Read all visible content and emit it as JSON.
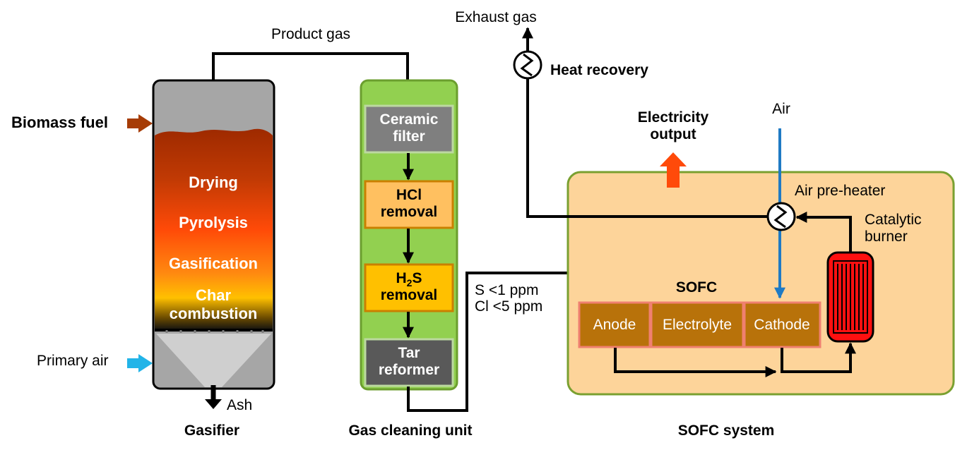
{
  "labels": {
    "product_gas": "Product gas",
    "exhaust_gas": "Exhaust gas",
    "heat_recovery": "Heat recovery",
    "electricity_line1": "Electricity",
    "electricity_line2": "output",
    "air": "Air",
    "air_preheater": "Air pre-heater",
    "catalytic_line1": "Catalytic",
    "catalytic_line2": "burner",
    "biomass_fuel": "Biomass fuel",
    "primary_air": "Primary air",
    "ash": "Ash",
    "s_spec": "S <1 ppm",
    "cl_spec": "Cl <5 ppm",
    "sofc": "SOFC"
  },
  "gasifier": {
    "title": "Gasifier",
    "zones": [
      "Drying",
      "Pyrolysis",
      "Gasification",
      "Char",
      "combustion"
    ]
  },
  "cleaning": {
    "title": "Gas cleaning unit",
    "units": [
      {
        "line1": "Ceramic",
        "line2": "filter",
        "color": "#7f7f7f"
      },
      {
        "line1": "HCl",
        "line2": "removal",
        "color": "#ffc060"
      },
      {
        "line1": "H",
        "sub": "2",
        "line1_rest": "S",
        "line2": "removal",
        "color": "#ffc000"
      },
      {
        "line1": "Tar",
        "line2": "reformer",
        "color": "#595959"
      }
    ]
  },
  "sofc_system": {
    "title": "SOFC system",
    "cells": [
      "Anode",
      "Electrolyte",
      "Cathode"
    ]
  },
  "colors": {
    "green_unit": "#92d050",
    "sofc_box": "#fdd49a",
    "cell": "#b8720a",
    "air_line": "#1f7ac4",
    "biomass_arrow": "#a63c06",
    "primary_air_arrow": "#22b4e8",
    "electricity_arrow": "#ff4a0a",
    "burner_red": "#ff1010"
  }
}
